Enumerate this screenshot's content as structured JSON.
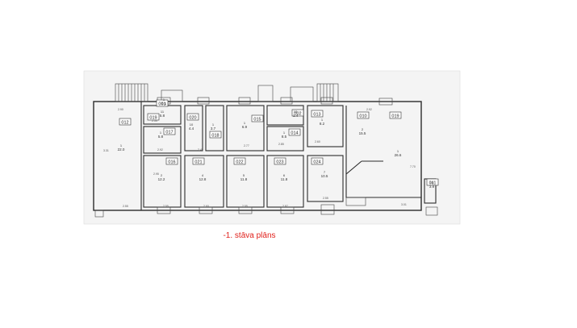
{
  "caption": "-1. stāva plāns",
  "colors": {
    "paper": "#f6f6f6",
    "line": "#2b2b2b",
    "caption": "#e0201b"
  },
  "rooms": [
    {
      "id": "012",
      "number": "1",
      "area": "22.0"
    },
    {
      "id": "019",
      "number": "11",
      "area": "5.8"
    },
    {
      "id": "017",
      "number": "1",
      "area": "5.8"
    },
    {
      "id": "016",
      "number": "2",
      "area": "12.2"
    },
    {
      "id": "020",
      "number": "10",
      "area": "4.4"
    },
    {
      "id": "018",
      "number": "1",
      "area": "3.7"
    },
    {
      "id": "015",
      "number": "1",
      "area": "6.9"
    },
    {
      "id": "021",
      "number": "4",
      "area": "12.8"
    },
    {
      "id": "014",
      "number": "1",
      "area": "8.5"
    },
    {
      "id": "013",
      "number": "1",
      "area": "8.2"
    },
    {
      "id": "022",
      "number": "5",
      "area": "11.8"
    },
    {
      "id": "023",
      "number": "6",
      "area": "11.8"
    },
    {
      "id": "024",
      "number": "7",
      "area": "10.5"
    },
    {
      "id": "019",
      "number": "1",
      "area": "26.6"
    },
    {
      "id": "010",
      "number": "2",
      "area": "15.5"
    },
    {
      "id": "011",
      "number": "15",
      "area": "3.8"
    },
    {
      "id": "001",
      "number": "1",
      "area": "0.1"
    },
    {
      "id": "002",
      "number": "13",
      "area": "1.4"
    }
  ]
}
